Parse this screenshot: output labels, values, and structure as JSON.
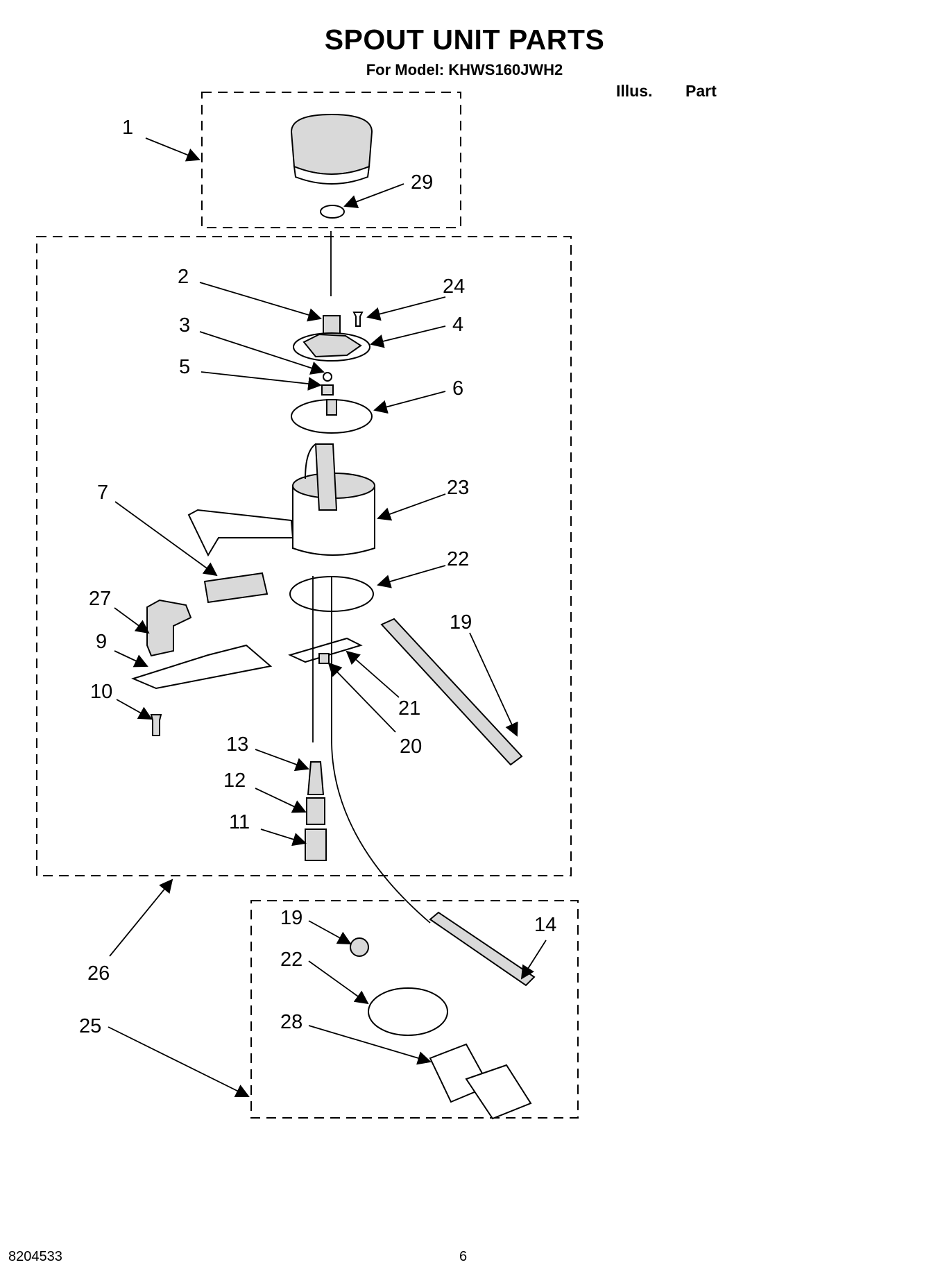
{
  "header": {
    "title": "SPOUT UNIT PARTS",
    "subtitle": "For Model: KHWS160JWH2"
  },
  "table_header": {
    "illus": "Illus.",
    "part": "Part"
  },
  "callouts": [
    "1",
    "29",
    "2",
    "24",
    "3",
    "4",
    "5",
    "6",
    "7",
    "23",
    "27",
    "22",
    "9",
    "19",
    "10",
    "21",
    "20",
    "13",
    "12",
    "11",
    "26",
    "19",
    "14",
    "22",
    "25",
    "28"
  ],
  "footer": {
    "doc_number": "8204533",
    "page_number": "6"
  }
}
